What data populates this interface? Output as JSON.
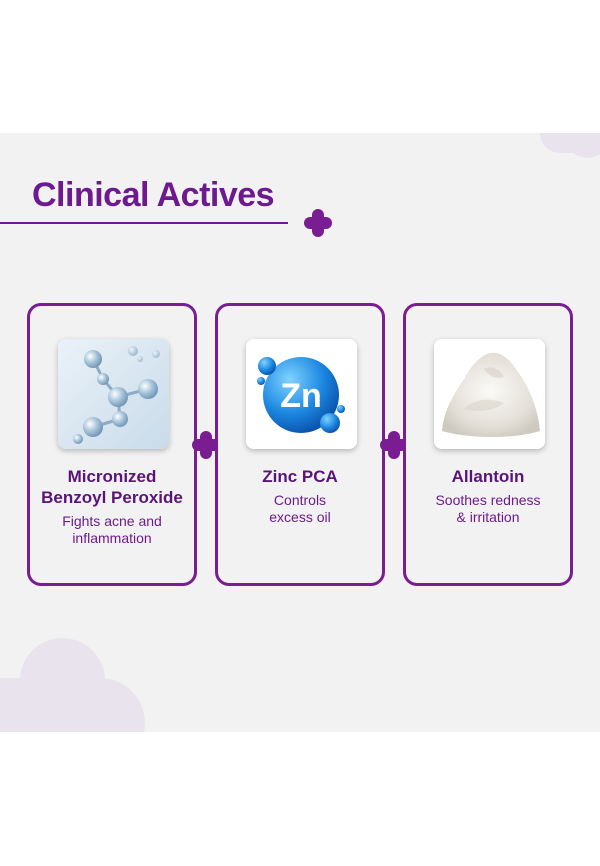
{
  "title": "Clinical Actives",
  "colors": {
    "accent": "#7a1c92",
    "panel_bg": "#f3f2f3"
  },
  "actives": [
    {
      "name_lines": [
        "Micronized",
        "Benzoyl Peroxide"
      ],
      "desc_lines": [
        "Fights acne and",
        "inflammation"
      ],
      "image": "molecule-image"
    },
    {
      "name_lines": [
        "Zinc PCA"
      ],
      "desc_lines": [
        "Controls",
        "excess oil"
      ],
      "image": "zinc-sphere-image",
      "symbol": "Zn"
    },
    {
      "name_lines": [
        "Allantoin"
      ],
      "desc_lines": [
        "Soothes redness",
        "& irritation"
      ],
      "image": "white-powder-image"
    }
  ]
}
